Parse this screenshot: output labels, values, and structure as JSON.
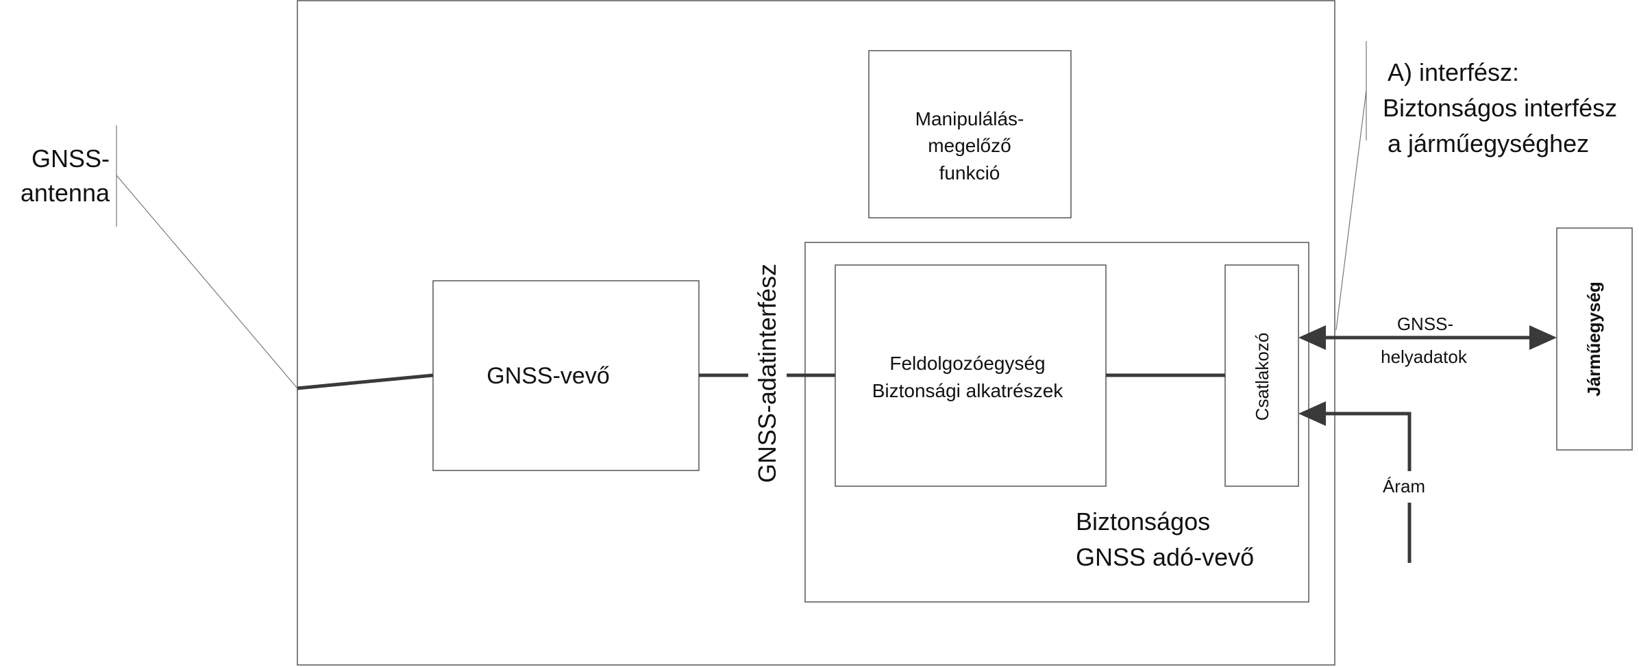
{
  "labels": {
    "antenna_line1": "GNSS-",
    "antenna_line2": "antenna",
    "tamper_line1": "Manipulálás-",
    "tamper_line2": "megelőző",
    "tamper_line3": "funkció",
    "receiver": "GNSS-vevő",
    "data_interface": "GNSS-adatinterfész",
    "processing_line1": "Feldolgozóegység",
    "processing_line2": "Biztonsági alkatrészek",
    "connector": "Csatlakozó",
    "transceiver_line1": "Biztonságos",
    "transceiver_line2": "GNSS adó-vevő",
    "interface_a_line1": "A) interfész:",
    "interface_a_line2": "Biztonságos interfész",
    "interface_a_line3": "a járműegységhez",
    "position_data_line1": "GNSS-",
    "position_data_line2": "helyadatok",
    "power": "Áram",
    "vehicle_unit": "Járműegység"
  },
  "colors": {
    "box_stroke": "#555555",
    "heavy_line": "#3a3a3a",
    "text": "#111111"
  }
}
